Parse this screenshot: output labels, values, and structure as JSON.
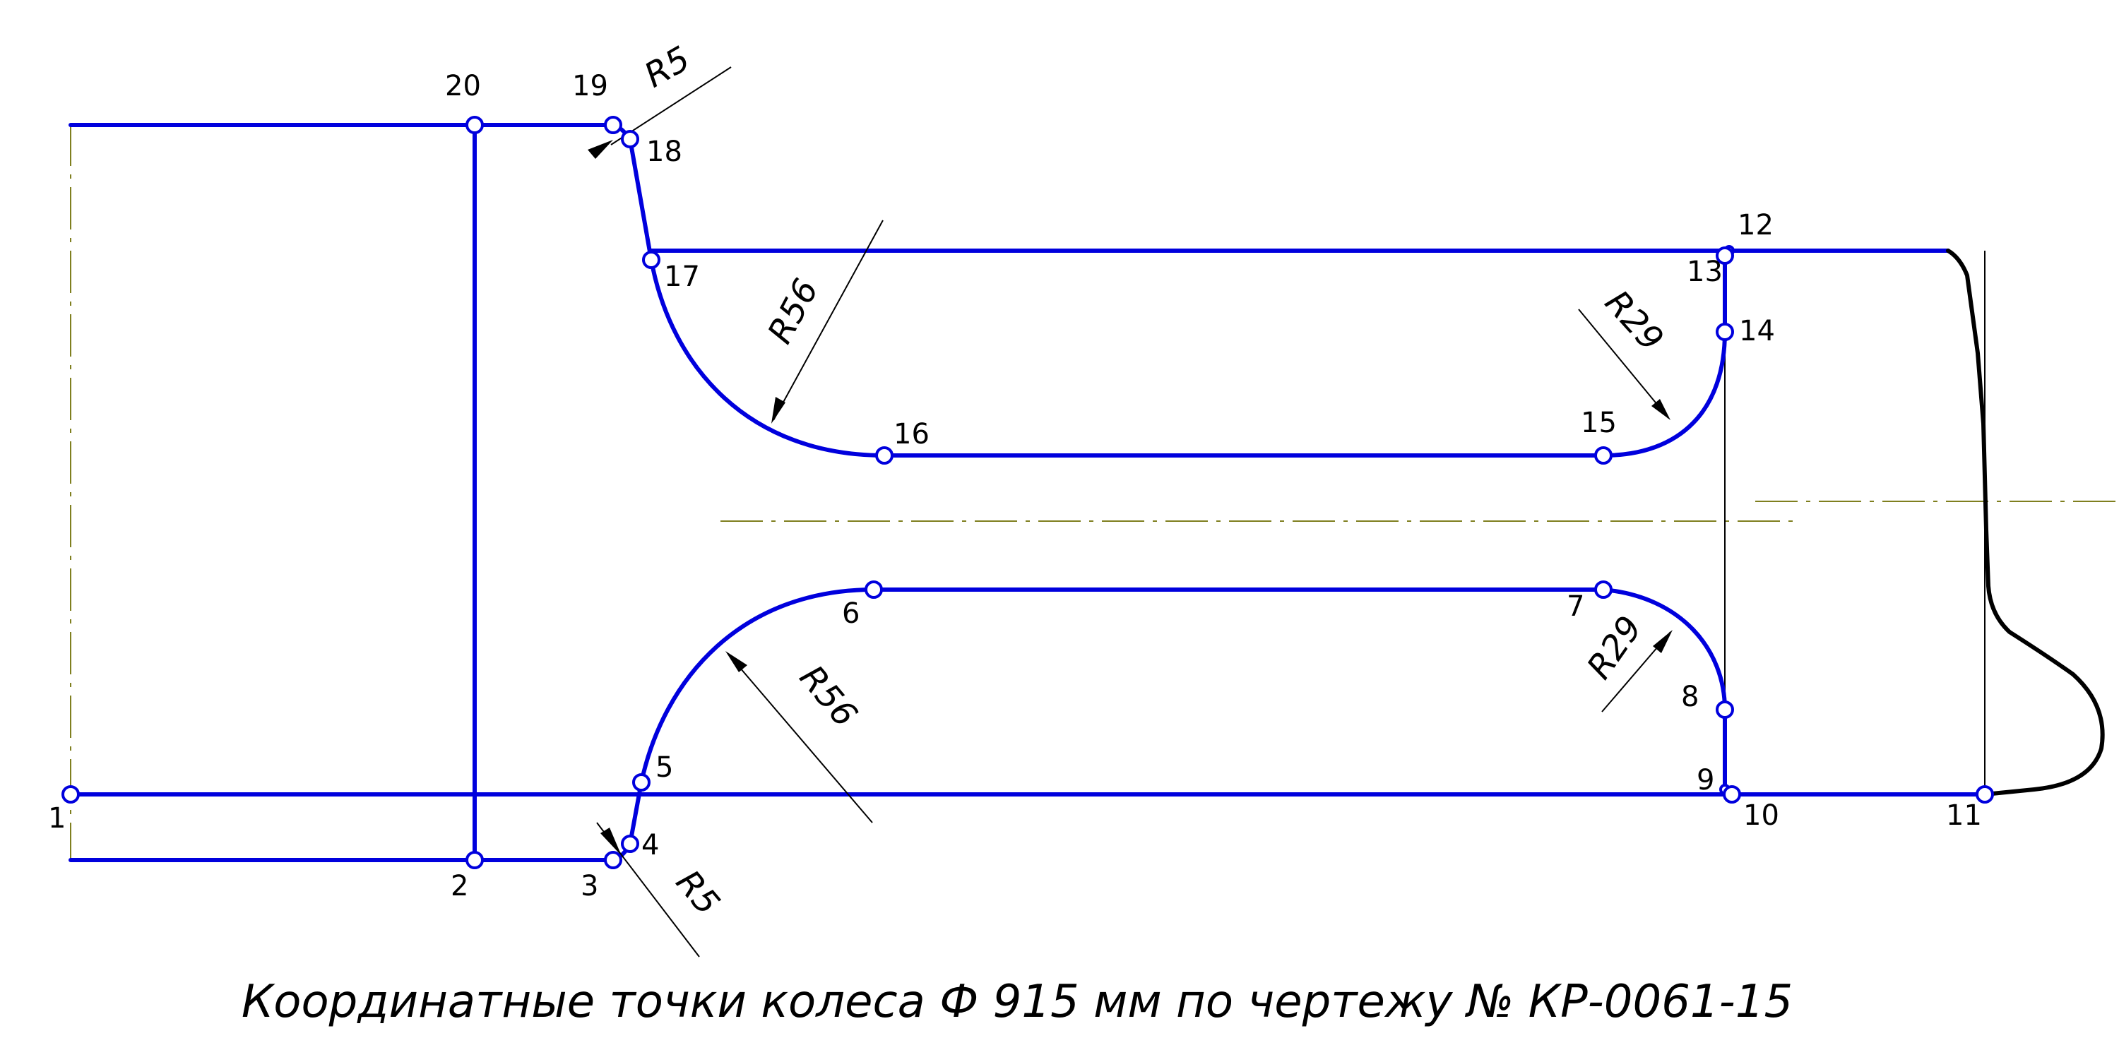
{
  "colors": {
    "profile": "#0000dd",
    "flange": "#000000",
    "axis": "#7f7f1f",
    "dimension": "#000000"
  },
  "points": [
    "1",
    "2",
    "3",
    "4",
    "5",
    "6",
    "7",
    "8",
    "9",
    "10",
    "11",
    "12",
    "13",
    "14",
    "15",
    "16",
    "17",
    "18",
    "19",
    "20"
  ],
  "dimensions": {
    "r5_top": "R5",
    "r5_bottom": "R5",
    "r56_top": "R56",
    "r56_bottom": "R56",
    "r29_top": "R29",
    "r29_bottom": "R29"
  },
  "caption": "Координатные точки колеса Ф 915 мм по чертежу № КР-0061-15"
}
